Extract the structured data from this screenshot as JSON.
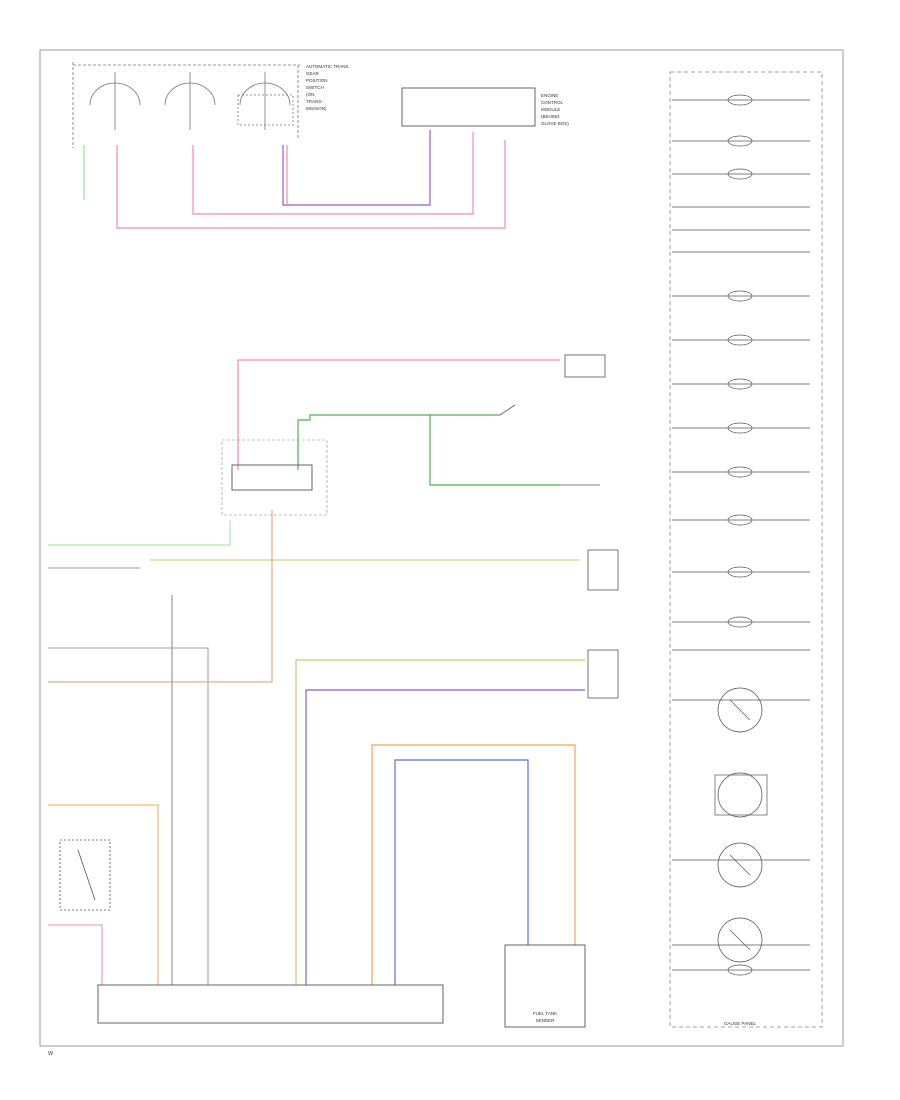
{
  "colors": {
    "pink": "#f28ab2",
    "violet": "#9b59c8",
    "green": "#4caf50",
    "light_green": "#9be39b",
    "yellow": "#c9c96a",
    "orange": "#f2a25a",
    "tan": "#d4a27a",
    "blue": "#5a6fd8",
    "gray": "#999999",
    "black": "#444444"
  },
  "labels": {
    "fuel_sender": "FUEL TANK",
    "sender_sub": "SENDER",
    "gauge_panel": "GAUGE PANEL",
    "corner_code": "W"
  }
}
